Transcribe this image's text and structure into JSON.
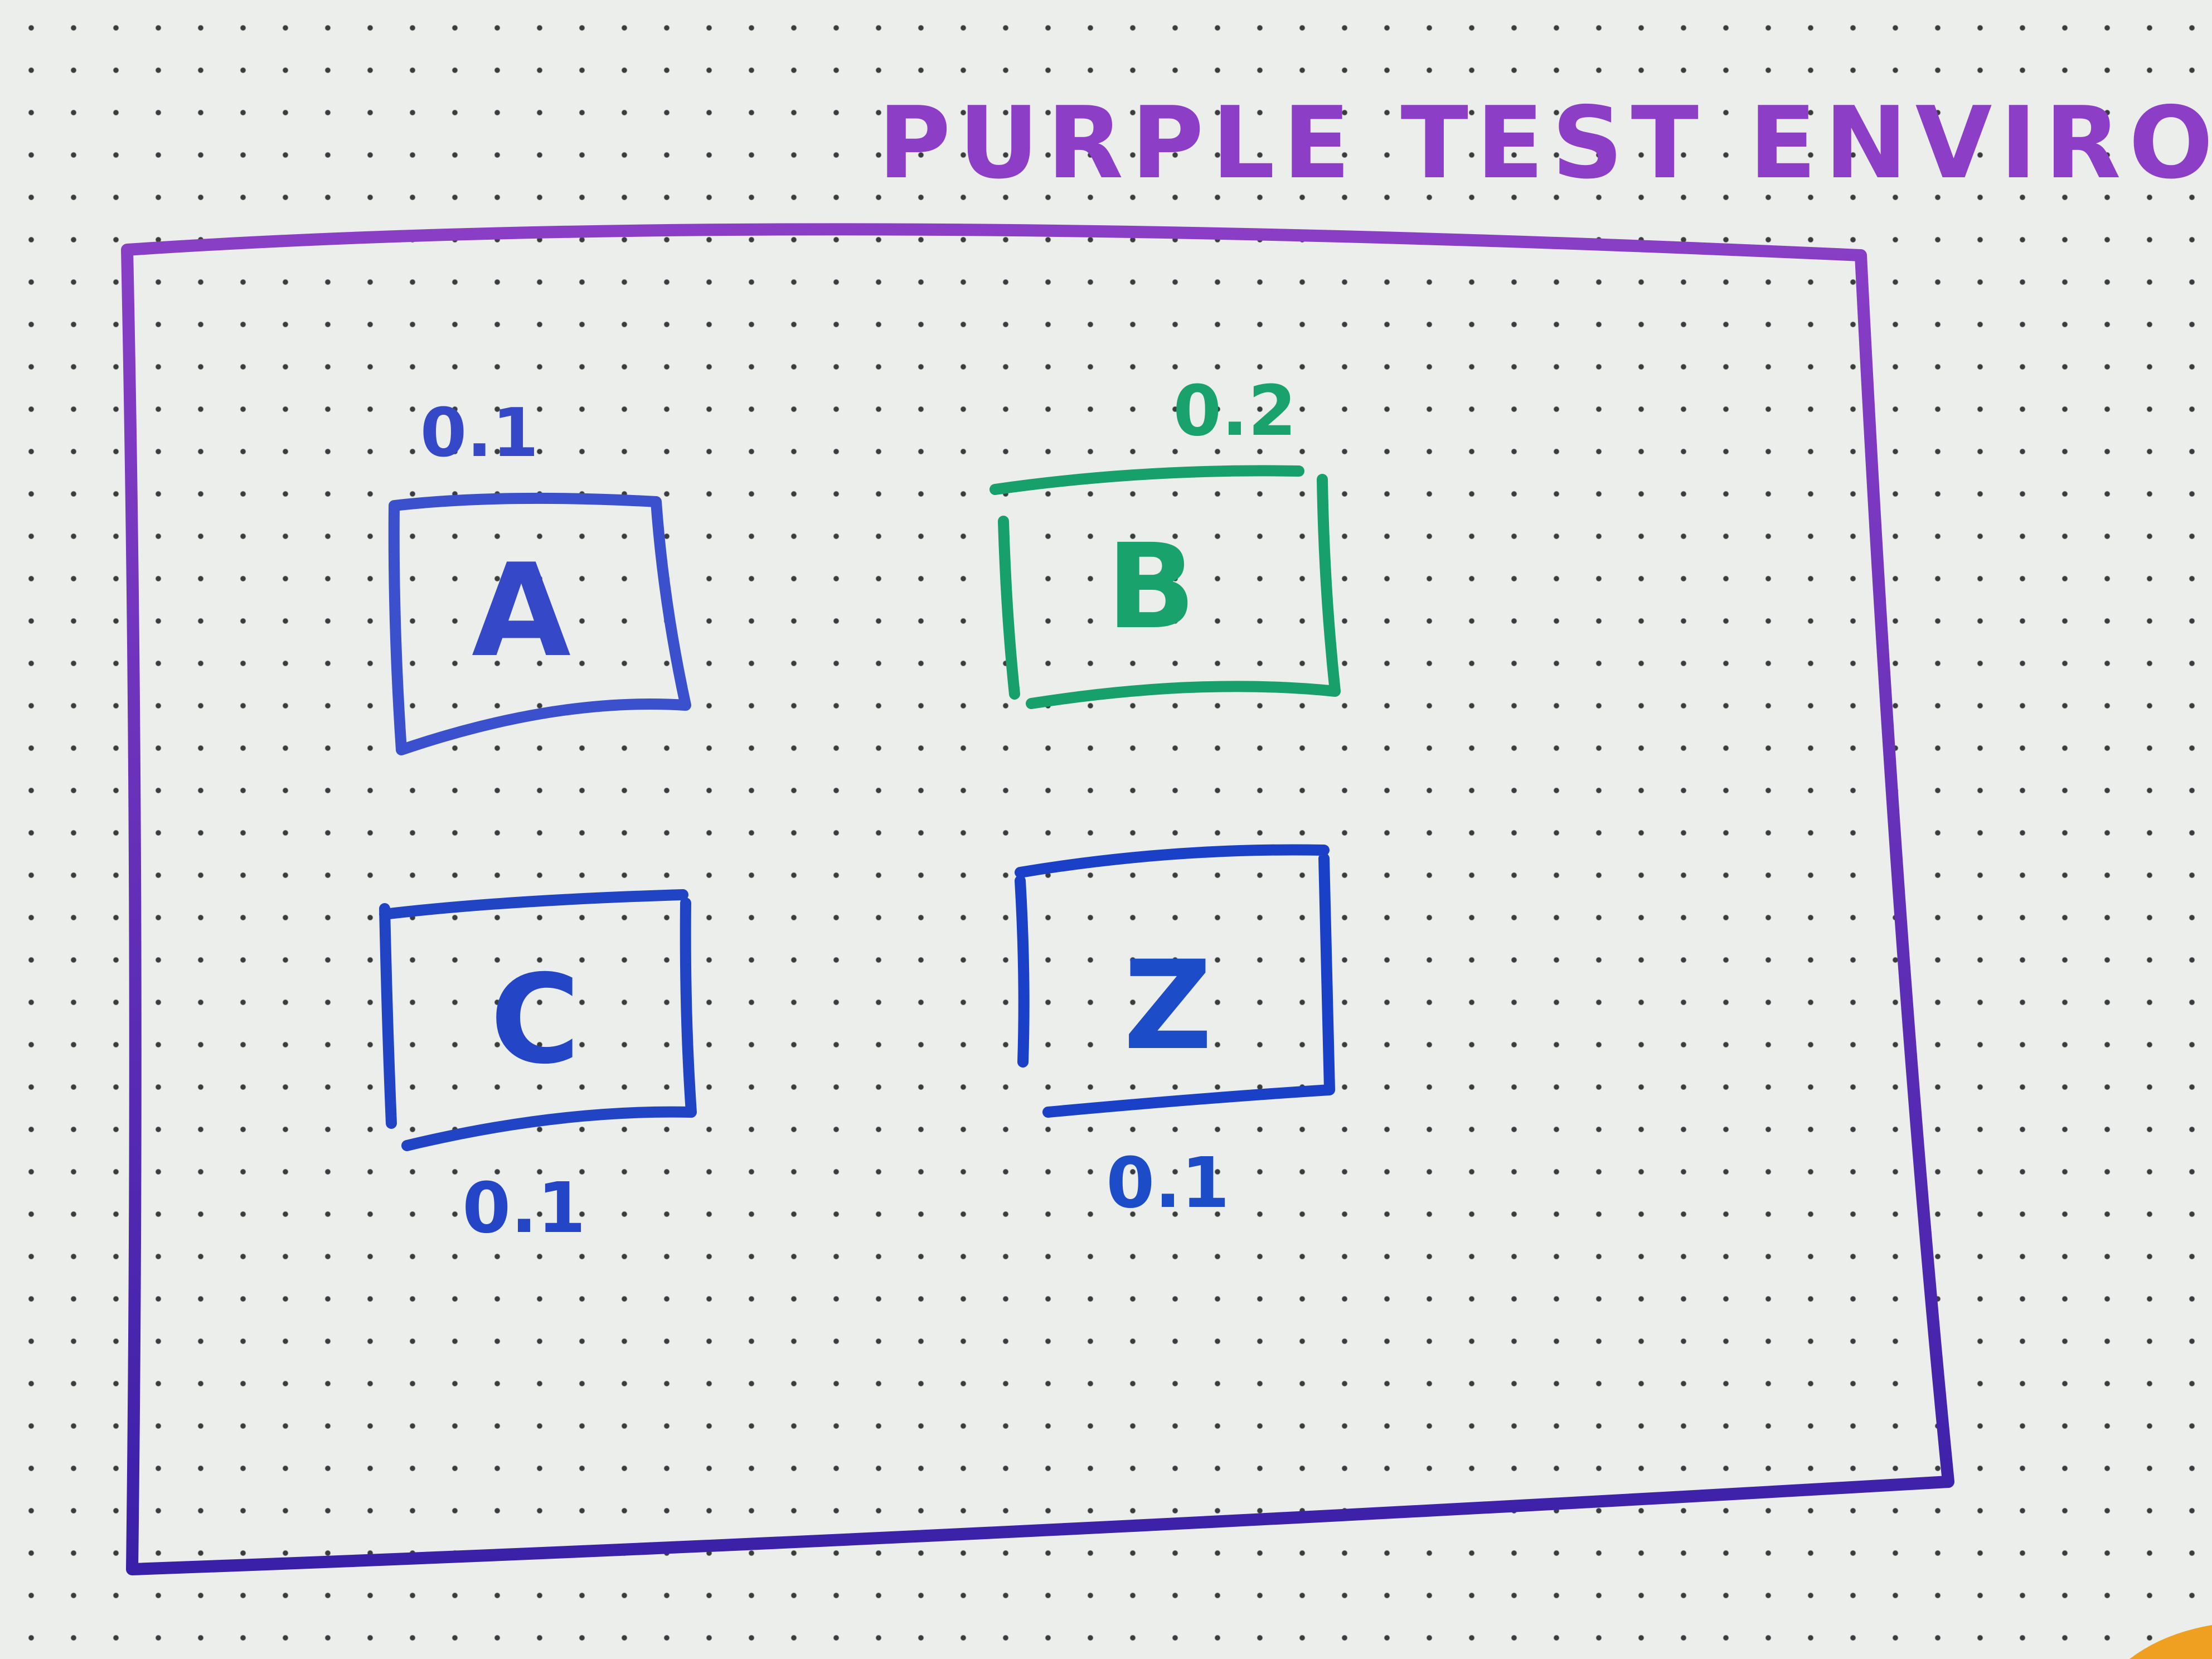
{
  "title": "PURPLE TEST ENVIRONMENT",
  "colors": {
    "paper": "#eceeec",
    "dots": "#3a3c3e",
    "environment_top": "#8a3ec6",
    "environment_bottom": "#3a20a8",
    "title": "#8c3fc6",
    "blue": "#2a4cc8",
    "green": "#17a06a"
  },
  "nodes": [
    {
      "id": "A",
      "label": "A",
      "version": "0.1",
      "color": "blue"
    },
    {
      "id": "B",
      "label": "B",
      "version": "0.2",
      "color": "green"
    },
    {
      "id": "C",
      "label": "C",
      "version": "0.1",
      "color": "blue"
    },
    {
      "id": "Z",
      "label": "Z",
      "version": "0.1",
      "color": "blue"
    }
  ]
}
